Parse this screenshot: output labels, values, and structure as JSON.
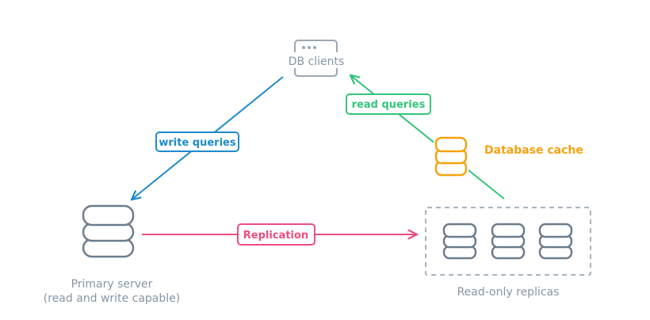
{
  "nodes": {
    "clients": {
      "label": "DB clients"
    },
    "primary": {
      "line1": "Primary server",
      "line2": "(read and write capable)"
    },
    "cache": {
      "label": "Database cache"
    },
    "replicas": {
      "label": "Read-only replicas"
    }
  },
  "edges": {
    "write": {
      "label": "write queries"
    },
    "read": {
      "label": "read queries"
    },
    "replication": {
      "label": "Replication"
    }
  },
  "colors": {
    "write": "#1e8bcb",
    "read": "#34c47c",
    "replication": "#ec4e7e",
    "cache": "#f5a30f",
    "db": "#6b7d8d",
    "client": "#9aa8b4",
    "text": "#8796a4"
  }
}
